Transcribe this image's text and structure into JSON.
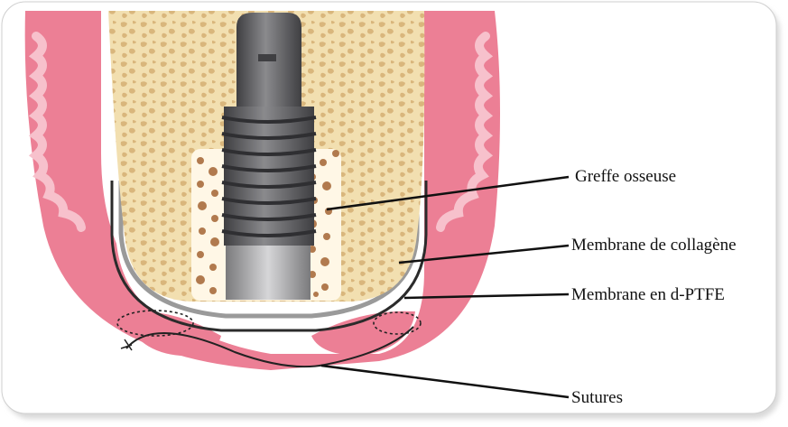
{
  "labels": {
    "bone_graft": "Greffe osseuse",
    "collagen_membrane": "Membrane de collagène",
    "dptfe_membrane": "Membrane en d-PTFE",
    "sutures": "Sutures"
  },
  "colors": {
    "gum": "#ec7f95",
    "gum_dark": "#dc5c77",
    "gum_light": "#f7c1cc",
    "bone": "#f2dfb0",
    "bone_pore": "#d9b67c",
    "graft_granule": "#b17a4e",
    "implant": "#6e6e70",
    "implant_dark": "#3f3f42",
    "membrane": "#2b2b2b",
    "leader": "#111111"
  }
}
